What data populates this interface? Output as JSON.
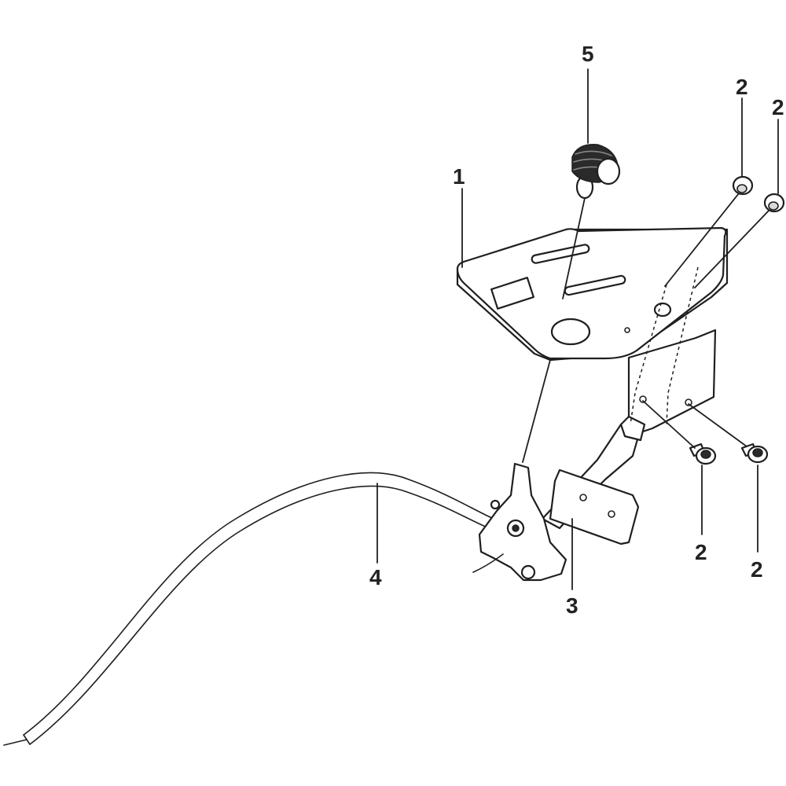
{
  "callouts": {
    "plate": "1",
    "bolt_top_left": "2",
    "bolt_top_right": "2",
    "bolt_bottom_left": "2",
    "bolt_bottom_right": "2",
    "pedal": "3",
    "cable": "4",
    "knob": "5"
  }
}
